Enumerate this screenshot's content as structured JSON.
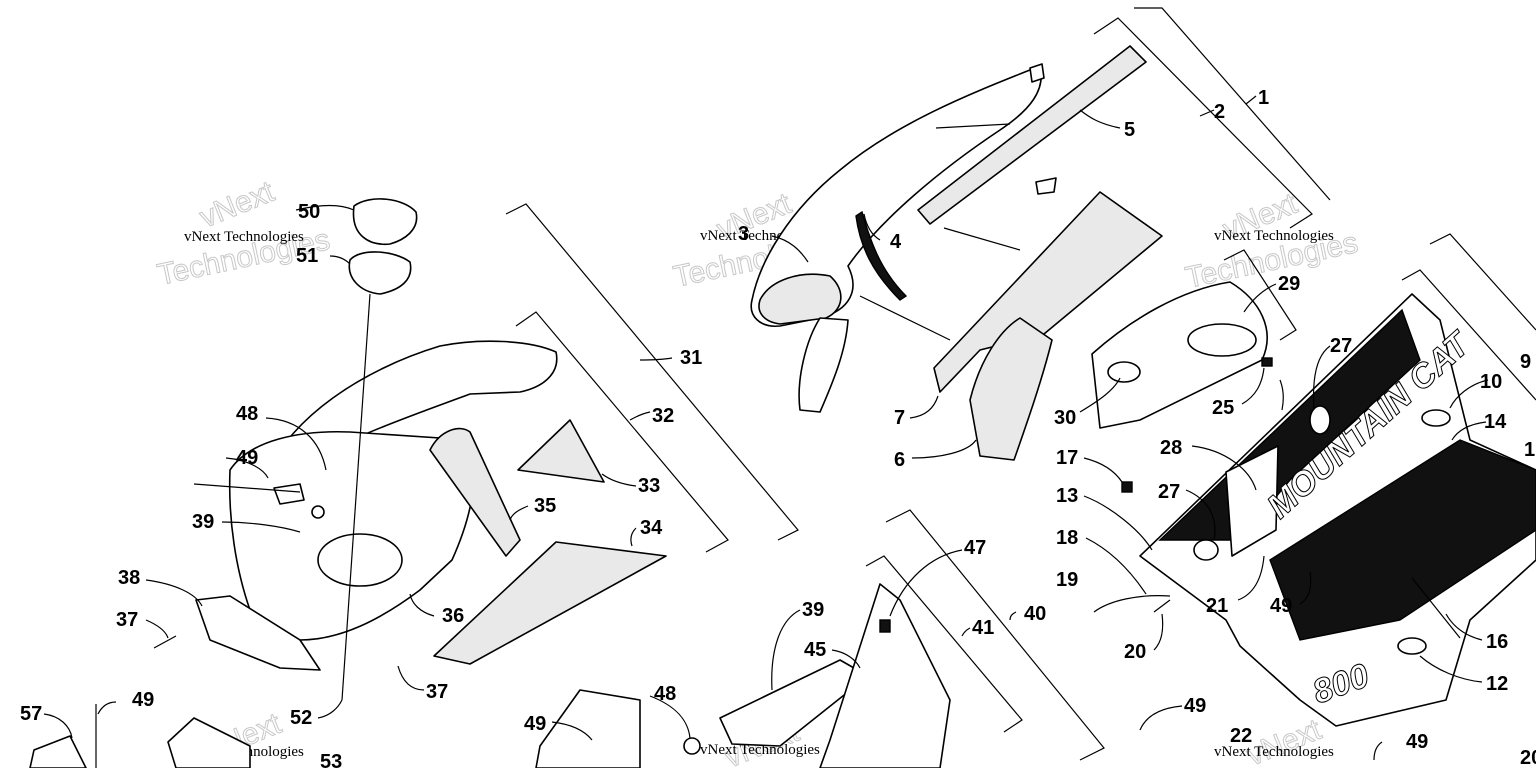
{
  "watermark": {
    "line1": "vNext Technologies",
    "line2": "Technologies",
    "big": "vNext"
  },
  "decal": {
    "brand": "MOUNTAIN CAT",
    "model": "800"
  },
  "callouts": [
    "1",
    "2",
    "3",
    "4",
    "5",
    "6",
    "7",
    "9",
    "10",
    "12",
    "13",
    "14",
    "16",
    "17",
    "18",
    "19",
    "20",
    "21",
    "22",
    "25",
    "27",
    "27",
    "28",
    "29",
    "30",
    "31",
    "32",
    "33",
    "34",
    "35",
    "36",
    "37",
    "37",
    "38",
    "39",
    "39",
    "40",
    "41",
    "45",
    "47",
    "48",
    "48",
    "49",
    "49",
    "49",
    "49",
    "49",
    "49",
    "50",
    "51",
    "52",
    "53",
    "57",
    "1",
    "20"
  ]
}
